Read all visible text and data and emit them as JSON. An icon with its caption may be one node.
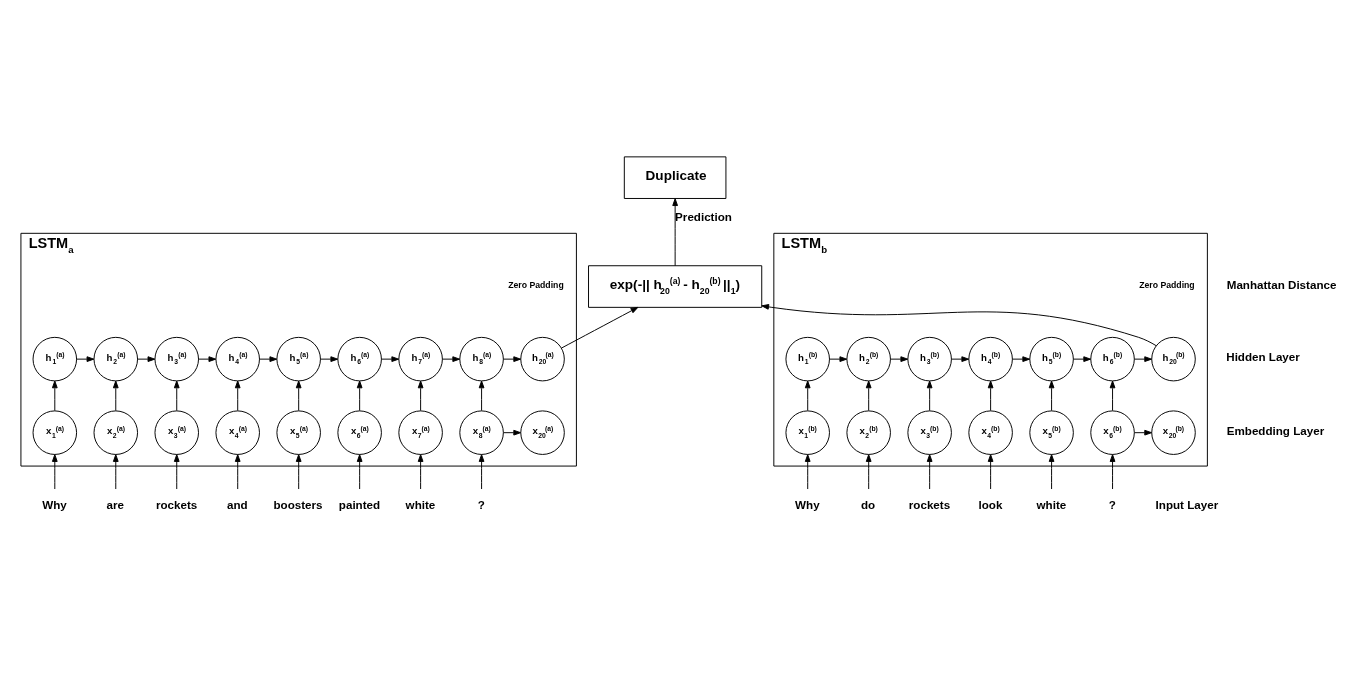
{
  "diagram": {
    "nodes": [
      {
        "text": [
          "Duplicate"
        ]
      },
      {
        "text": [
          "exp(-|| h$_{20}$$^{(a)}$ - h$_{20}$$^{(b)}$ ||$_{1}$)"
        ]
      },
      {
        "text": [
          "LSTM$_{a}$"
        ]
      },
      {
        "text": [
          "h$_{1}$$^{(a)}$"
        ],
        "in": 2
      },
      {
        "text": [
          "h$_{2}$$^{(a)}$"
        ],
        "in": 2
      },
      {
        "text": [
          "h$_{3}$$^{(a)}$"
        ],
        "in": 2
      },
      {
        "text": [
          "h$_{4}$$^{(a)}$"
        ],
        "in": 2
      },
      {
        "text": [
          "h$_{5}$$^{(a)}$"
        ],
        "in": 2
      },
      {
        "text": [
          "h$_{6}$$^{(a)}$"
        ],
        "in": 2
      },
      {
        "text": [
          "h$_{7}$$^{(a)}$"
        ],
        "in": 2
      },
      {
        "text": [
          "h$_{8}$$^{(a)}$"
        ],
        "in": 2
      },
      {
        "text": [
          "h$_{20}$$^{(a)}$"
        ],
        "in": 2
      },
      {
        "text": [
          "x$_{1}$$^{(a)}$"
        ],
        "in": 2
      },
      {
        "text": [
          "x$_{2}$$^{(a)}$"
        ],
        "in": 2
      },
      {
        "text": [
          "x$_{3}$$^{(a)}$"
        ],
        "in": 2
      },
      {
        "text": [
          "x$_{4}$$^{(a)}$"
        ],
        "in": 2
      },
      {
        "text": [
          "x$_{5}$$^{(a)}$"
        ],
        "in": 2
      },
      {
        "text": [
          "x$_{6}$$^{(a)}$"
        ],
        "in": 2
      },
      {
        "text": [
          "x$_{7}$$^{(a)}$"
        ],
        "in": 2
      },
      {
        "text": [
          "x$_{8}$$^{(a)}$"
        ],
        "in": 2
      },
      {
        "text": [
          "x$_{20}$$^{(a)}$"
        ],
        "in": 2
      },
      {
        "text": [
          "Why"
        ]
      },
      {
        "text": [
          "are"
        ]
      },
      {
        "text": [
          "rockets"
        ]
      },
      {
        "text": [
          "and"
        ]
      },
      {
        "text": [
          "boosters"
        ]
      },
      {
        "text": [
          "painted"
        ]
      },
      {
        "text": [
          "white"
        ]
      },
      {
        "text": [
          "?"
        ]
      },
      {
        "text": [
          "LSTM$_{b}$"
        ]
      },
      {
        "text": [
          "h$_{1}$$^{(b)}$"
        ],
        "in": 29
      },
      {
        "text": [
          "h$_{2}$$^{(b)}$"
        ],
        "in": 29
      },
      {
        "text": [
          "h$_{3}$$^{(b)}$"
        ],
        "in": 29
      },
      {
        "text": [
          "h$_{4}$$^{(b)}$"
        ],
        "in": 29
      },
      {
        "text": [
          "h$_{5}$$^{(b)}$"
        ],
        "in": 29
      },
      {
        "text": [
          "h$_{6}$$^{(b)}$"
        ],
        "in": 29
      },
      {
        "text": [
          "h$_{20}$$^{(b)}$"
        ],
        "in": 29
      },
      {
        "text": [
          "x$_{1}$$^{(b)}$"
        ],
        "in": 29
      },
      {
        "text": [
          "x$_{2}$$^{(b)}$"
        ],
        "in": 29
      },
      {
        "text": [
          "x$_{3}$$^{(b)}$"
        ],
        "in": 29
      },
      {
        "text": [
          "x$_{4}$$^{(b)}$"
        ],
        "in": 29
      },
      {
        "text": [
          "x$_{5}$$^{(b)}$"
        ],
        "in": 29
      },
      {
        "text": [
          "x$_{6}$$^{(b)}$"
        ],
        "in": 29
      },
      {
        "text": [
          "x$_{20}$$^{(b)}$"
        ],
        "in": 29
      },
      {
        "text": [
          "Why"
        ]
      },
      {
        "text": [
          "do"
        ]
      },
      {
        "text": [
          "rockets"
        ]
      },
      {
        "text": [
          "look"
        ]
      },
      {
        "text": [
          "white"
        ]
      },
      {
        "text": [
          "?"
        ]
      }
    ],
    "edges": [
      {
        "from": 1,
        "to": 0,
        "arrow": "to",
        "label": "Prediction"
      },
      {
        "from": 11,
        "to": 1,
        "arrow": "to"
      },
      {
        "from": 36,
        "to": 1,
        "arrow": "to"
      },
      {
        "from": 3,
        "to": 4,
        "arrow": "to"
      },
      {
        "from": 4,
        "to": 5,
        "arrow": "to"
      },
      {
        "from": 5,
        "to": 6,
        "arrow": "to"
      },
      {
        "from": 6,
        "to": 7,
        "arrow": "to"
      },
      {
        "from": 7,
        "to": 8,
        "arrow": "to"
      },
      {
        "from": 8,
        "to": 9,
        "arrow": "to"
      },
      {
        "from": 9,
        "to": 10,
        "arrow": "to"
      },
      {
        "from": 10,
        "to": 11,
        "arrow": "to"
      },
      {
        "from": 12,
        "to": 3,
        "arrow": "to"
      },
      {
        "from": 13,
        "to": 4,
        "arrow": "to"
      },
      {
        "from": 14,
        "to": 5,
        "arrow": "to"
      },
      {
        "from": 15,
        "to": 6,
        "arrow": "to"
      },
      {
        "from": 16,
        "to": 7,
        "arrow": "to"
      },
      {
        "from": 17,
        "to": 8,
        "arrow": "to"
      },
      {
        "from": 18,
        "to": 9,
        "arrow": "to"
      },
      {
        "from": 19,
        "to": 10,
        "arrow": "to"
      },
      {
        "from": 19,
        "to": 20,
        "arrow": "to"
      },
      {
        "from": 21,
        "to": 12,
        "arrow": "to"
      },
      {
        "from": 22,
        "to": 13,
        "arrow": "to"
      },
      {
        "from": 23,
        "to": 14,
        "arrow": "to"
      },
      {
        "from": 24,
        "to": 15,
        "arrow": "to"
      },
      {
        "from": 25,
        "to": 16,
        "arrow": "to"
      },
      {
        "from": 26,
        "to": 17,
        "arrow": "to"
      },
      {
        "from": 27,
        "to": 18,
        "arrow": "to"
      },
      {
        "from": 28,
        "to": 19,
        "arrow": "to"
      },
      {
        "from": 30,
        "to": 31,
        "arrow": "to"
      },
      {
        "from": 31,
        "to": 32,
        "arrow": "to"
      },
      {
        "from": 32,
        "to": 33,
        "arrow": "to"
      },
      {
        "from": 33,
        "to": 34,
        "arrow": "to"
      },
      {
        "from": 34,
        "to": 35,
        "arrow": "to"
      },
      {
        "from": 35,
        "to": 36,
        "arrow": "to"
      },
      {
        "from": 37,
        "to": 30,
        "arrow": "to"
      },
      {
        "from": 38,
        "to": 31,
        "arrow": "to"
      },
      {
        "from": 39,
        "to": 32,
        "arrow": "to"
      },
      {
        "from": 40,
        "to": 33,
        "arrow": "to"
      },
      {
        "from": 41,
        "to": 34,
        "arrow": "to"
      },
      {
        "from": 42,
        "to": 35,
        "arrow": "to"
      },
      {
        "from": 42,
        "to": 43,
        "arrow": "to"
      },
      {
        "from": 44,
        "to": 37,
        "arrow": "to"
      },
      {
        "from": 45,
        "to": 38,
        "arrow": "to"
      },
      {
        "from": 46,
        "to": 39,
        "arrow": "to"
      },
      {
        "from": 47,
        "to": 40,
        "arrow": "to"
      },
      {
        "from": 48,
        "to": 41,
        "arrow": "to"
      },
      {
        "from": 49,
        "to": 42,
        "arrow": "to"
      }
    ],
    "labels": [
      "Manhattan Distance",
      "Zero Padding",
      "Zero Padding",
      "Hidden Layer",
      "Embedding Layer",
      "Input Layer"
    ]
  }
}
